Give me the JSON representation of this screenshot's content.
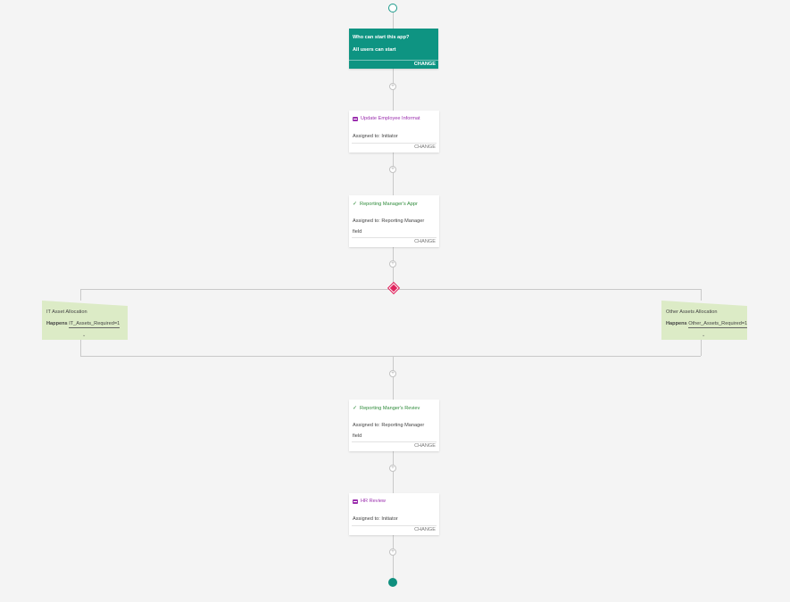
{
  "start": {
    "question": "Who can start this app?",
    "answer": "All users can start",
    "change_label": "CHANGE"
  },
  "steps": [
    {
      "title": "Update Employee Informat",
      "icon": "form-icon",
      "assign": "Assigned to: Initiator",
      "change_label": "CHANGE"
    },
    {
      "title": "Reporting Manager's Appr",
      "icon": "check-icon",
      "assign": "Assigned to: Reporting Manager field",
      "change_label": "CHANGE"
    },
    {
      "title": "Reporting Manger's Reviev",
      "icon": "check-icon",
      "assign": "Assigned to: Reporting Manager field",
      "change_label": "CHANGE"
    },
    {
      "title": "HR Review",
      "icon": "form-icon",
      "assign": "Assigned to: Initiator",
      "change_label": "CHANGE"
    }
  ],
  "branches": [
    {
      "title": "IT Asset Allocation",
      "prefix": "Happens",
      "condition": "IT_Assets_Required=1"
    },
    {
      "title": "Other Assets Allocation",
      "prefix": "Happens",
      "condition": "Other_Assets_Required=1"
    }
  ],
  "glyphs": {
    "add": "+",
    "check": "✓",
    "chevron": "⌄"
  },
  "colors": {
    "teal": "#0e9482",
    "purple": "#9b2fae",
    "green": "#2e8b3a",
    "decision": "#e0245e",
    "branch_bg": "#dcebc6"
  }
}
